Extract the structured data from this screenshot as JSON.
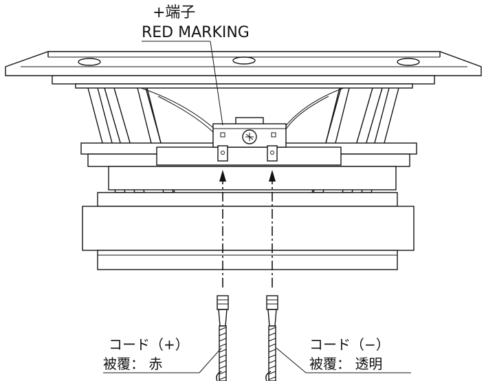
{
  "labels": {
    "terminal_top": "+端子",
    "terminal_marking": "RED MARKING",
    "cord_plus_title": "コード（+）",
    "cord_plus_covering": "被覆：  赤",
    "cord_minus_title": "コード（−）",
    "cord_minus_covering": "被覆：  透明"
  }
}
